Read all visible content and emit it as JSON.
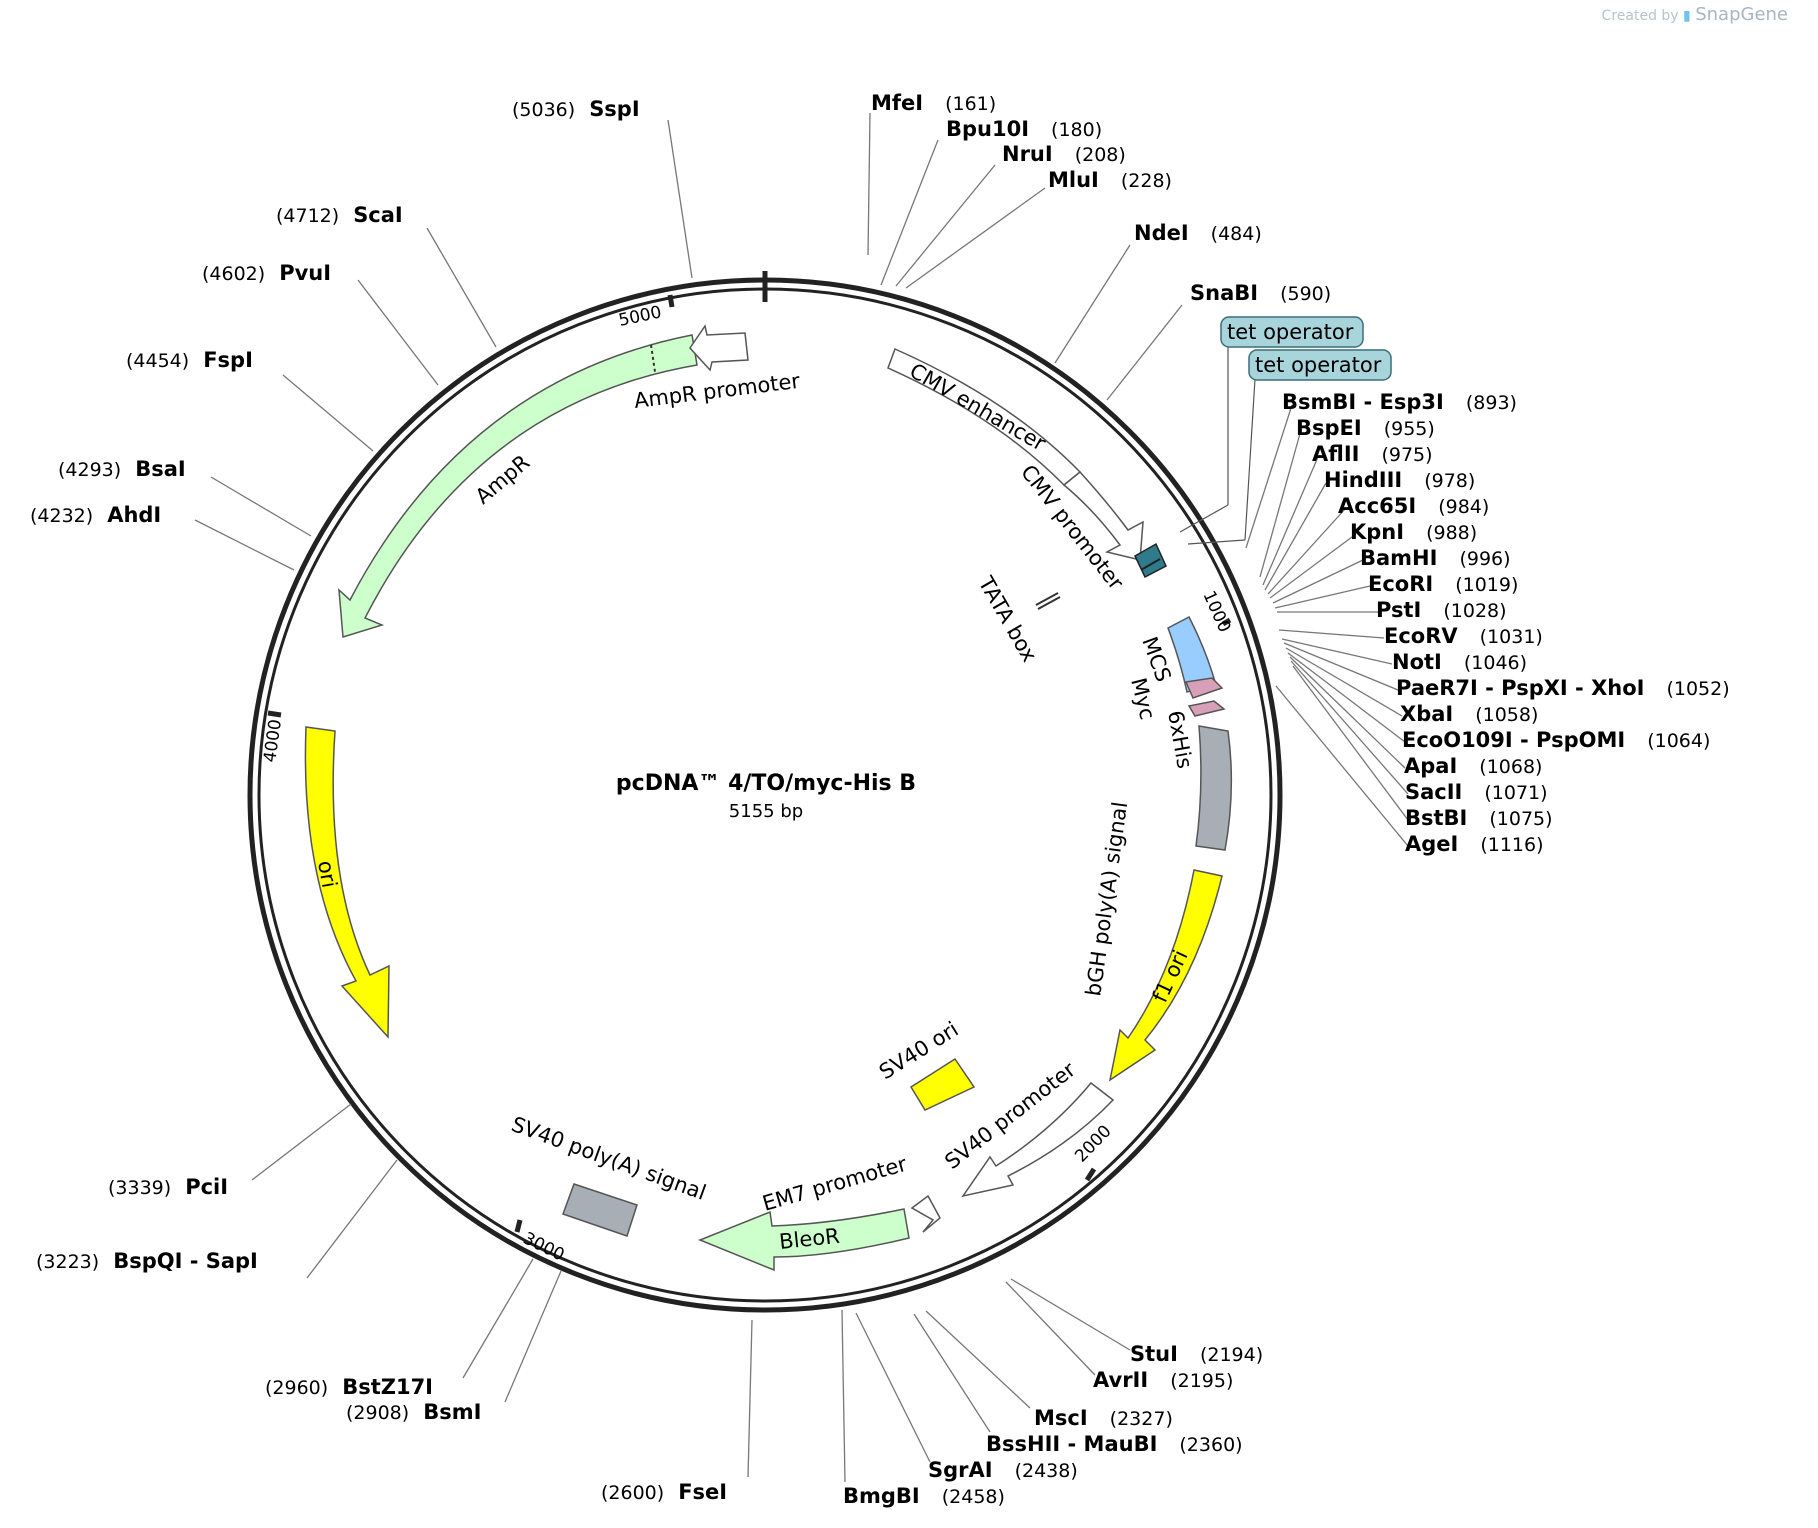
{
  "credit": {
    "prefix": "Created by",
    "brand": "SnapGene"
  },
  "plasmid": {
    "name": "pcDNA™ 4/TO/myc-His B",
    "length_label": "5155 bp"
  },
  "ticks": [
    "1000",
    "2000",
    "3000",
    "4000",
    "5000"
  ],
  "features": [
    {
      "label": "CMV enhancer",
      "color": "#ffffff"
    },
    {
      "label": "CMV promoter",
      "color": "#ffffff"
    },
    {
      "label": "TATA box",
      "color": "#ffffff"
    },
    {
      "label": "MCS",
      "color": "#99ccff"
    },
    {
      "label": "Myc",
      "color": "#d8a0b8"
    },
    {
      "label": "6xHis",
      "color": "#d8a0b8"
    },
    {
      "label": "bGH poly(A) signal",
      "color": "#a8aeb5"
    },
    {
      "label": "f1 ori",
      "color": "#ffff00"
    },
    {
      "label": "SV40 promoter",
      "color": "#ffffff"
    },
    {
      "label": "SV40 ori",
      "color": "#ffff00"
    },
    {
      "label": "EM7 promoter",
      "color": "#ffffff"
    },
    {
      "label": "BleoR",
      "color": "#ccffcc"
    },
    {
      "label": "SV40 poly(A) signal",
      "color": "#a8aeb5"
    },
    {
      "label": "ori",
      "color": "#ffff00"
    },
    {
      "label": "AmpR",
      "color": "#ccffcc"
    },
    {
      "label": "AmpR promoter",
      "color": "#ffffff"
    },
    {
      "label": "tet operator",
      "color": "#a8d4dc"
    },
    {
      "label": "tet operator",
      "color": "#a8d4dc"
    }
  ],
  "enzymes": [
    {
      "name": "SspI",
      "pos": "(5036)"
    },
    {
      "name": "ScaI",
      "pos": "(4712)"
    },
    {
      "name": "PvuI",
      "pos": "(4602)"
    },
    {
      "name": "FspI",
      "pos": "(4454)"
    },
    {
      "name": "BsaI",
      "pos": "(4293)"
    },
    {
      "name": "AhdI",
      "pos": "(4232)"
    },
    {
      "name": "MfeI",
      "pos": "(161)"
    },
    {
      "name": "Bpu10I",
      "pos": "(180)"
    },
    {
      "name": "NruI",
      "pos": "(208)"
    },
    {
      "name": "MluI",
      "pos": "(228)"
    },
    {
      "name": "NdeI",
      "pos": "(484)"
    },
    {
      "name": "SnaBI",
      "pos": "(590)"
    },
    {
      "name": "BsmBI - Esp3I",
      "pos": "(893)"
    },
    {
      "name": "BspEI",
      "pos": "(955)"
    },
    {
      "name": "AflII",
      "pos": "(975)"
    },
    {
      "name": "HindIII",
      "pos": "(978)"
    },
    {
      "name": "Acc65I",
      "pos": "(984)"
    },
    {
      "name": "KpnI",
      "pos": "(988)"
    },
    {
      "name": "BamHI",
      "pos": "(996)"
    },
    {
      "name": "EcoRI",
      "pos": "(1019)"
    },
    {
      "name": "PstI",
      "pos": "(1028)"
    },
    {
      "name": "EcoRV",
      "pos": "(1031)"
    },
    {
      "name": "NotI",
      "pos": "(1046)"
    },
    {
      "name": "PaeR7I - PspXI - XhoI",
      "pos": "(1052)"
    },
    {
      "name": "XbaI",
      "pos": "(1058)"
    },
    {
      "name": "EcoO109I - PspOMI",
      "pos": "(1064)"
    },
    {
      "name": "ApaI",
      "pos": "(1068)"
    },
    {
      "name": "SacII",
      "pos": "(1071)"
    },
    {
      "name": "BstBI",
      "pos": "(1075)"
    },
    {
      "name": "AgeI",
      "pos": "(1116)"
    },
    {
      "name": "StuI",
      "pos": "(2194)"
    },
    {
      "name": "AvrII",
      "pos": "(2195)"
    },
    {
      "name": "MscI",
      "pos": "(2327)"
    },
    {
      "name": "BssHII - MauBI",
      "pos": "(2360)"
    },
    {
      "name": "SgrAI",
      "pos": "(2438)"
    },
    {
      "name": "BmgBI",
      "pos": "(2458)"
    },
    {
      "name": "FseI",
      "pos": "(2600)"
    },
    {
      "name": "BsmI",
      "pos": "(2908)"
    },
    {
      "name": "BstZ17I",
      "pos": "(2960)"
    },
    {
      "name": "BspQI - SapI",
      "pos": "(3223)"
    },
    {
      "name": "PciI",
      "pos": "(3339)"
    }
  ]
}
